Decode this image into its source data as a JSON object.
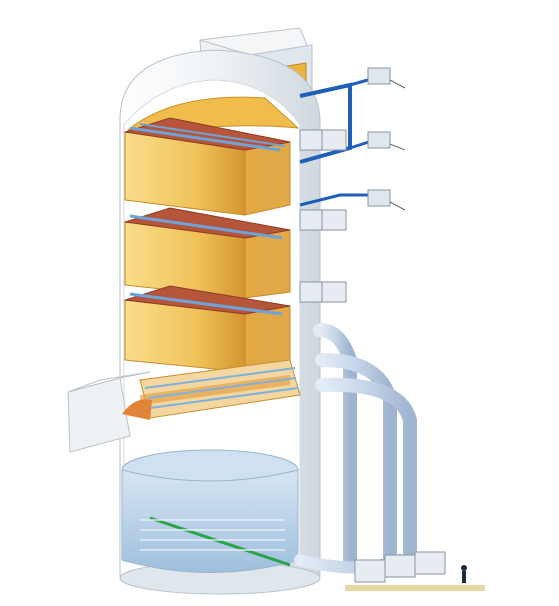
{
  "diagram": {
    "kind": "cutaway-illustration",
    "text_labels": [],
    "packing_levels": 3,
    "pumps_right_side": 6,
    "recirculation_pumps": 3,
    "colors": {
      "shell": "#e9eef2",
      "shell_shade": "#cfd8df",
      "packing": "#f2c75a",
      "packing_shade": "#d89a2e",
      "packing_top": "#b5553a",
      "pipe": "#1f5fb7",
      "pipe_light": "#c9d8ea",
      "liquid": "#b9d1e8",
      "green_pipe": "#2aa34a",
      "orange_tray": "#e5a245"
    }
  }
}
